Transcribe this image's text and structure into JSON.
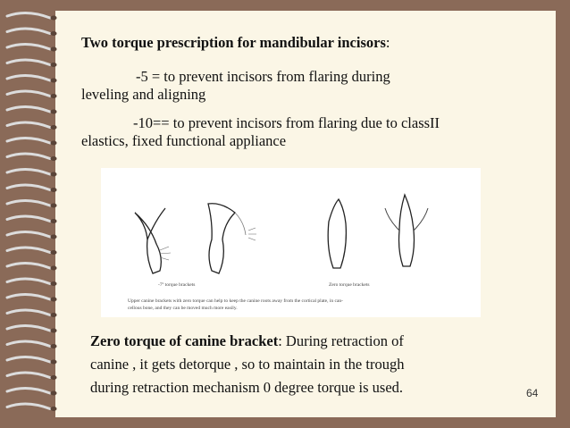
{
  "slide": {
    "heading_bold": "Two torque prescription for mandibular incisors",
    "heading_tail": ":",
    "line1a": "-5 = to prevent incisors from flaring during",
    "line1b": "leveling and aligning",
    "line2a": "-10== to prevent incisors from flaring due to classII",
    "line2b": "elastics, fixed functional appliance",
    "figure": {
      "caption_left": "-7º torque brackets",
      "caption_right": "Zero torque brackets",
      "caption_body_1": "Upper canine brackets with zero torque  can help to keep the canine roots away from the cortical plate, in can-",
      "caption_body_2": "cellous bone, and they can be moved much more easily."
    },
    "bottom_bold": "Zero torque of canine bracket",
    "bottom_a": ": During retraction of",
    "bottom_b": "canine , it gets detorque , so to maintain in the trough",
    "bottom_c": "during retraction mechanism 0 degree torque is used.",
    "page_number": "64"
  }
}
